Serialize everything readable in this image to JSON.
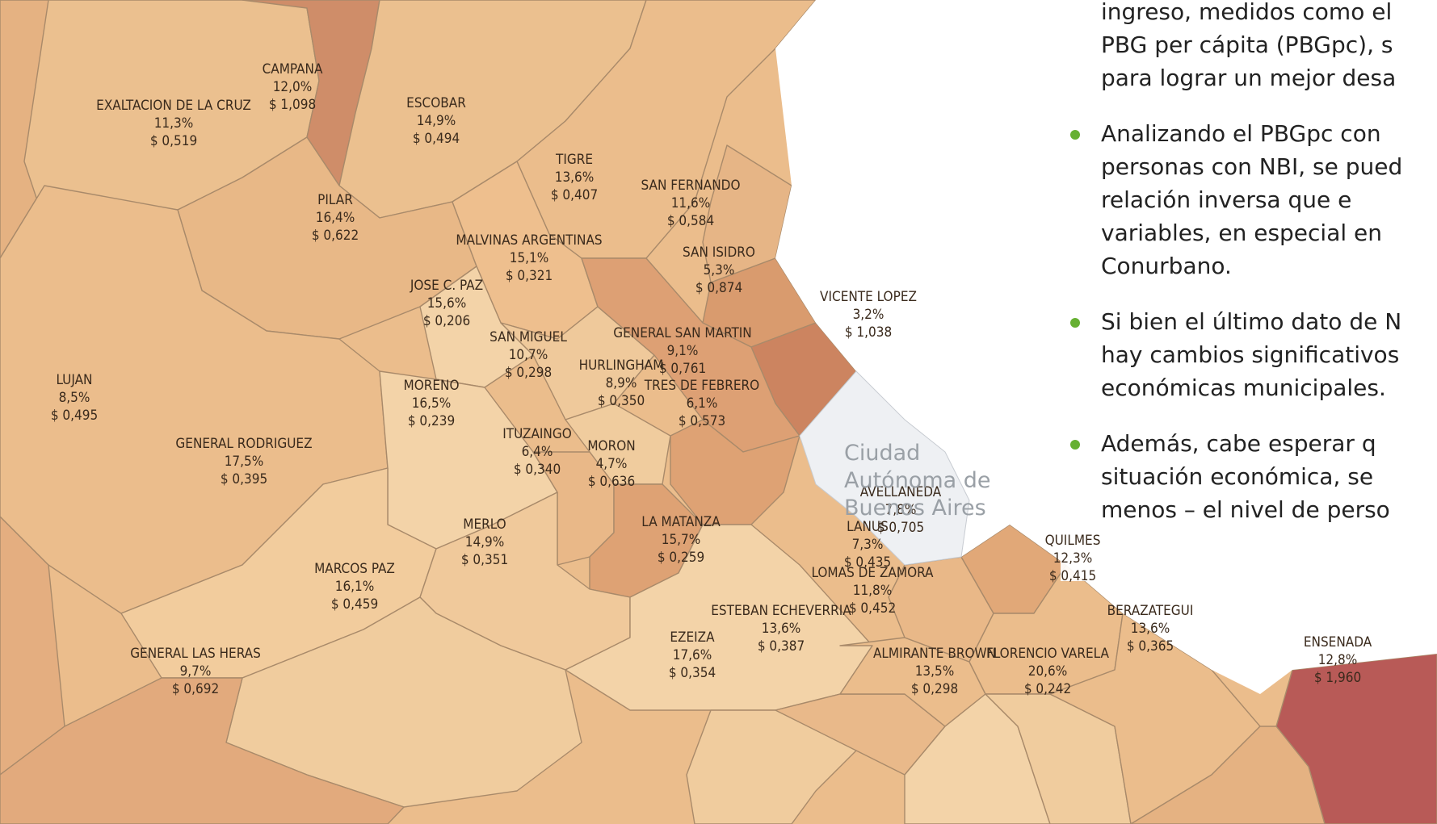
{
  "map": {
    "caba_label": [
      "Ciudad",
      "Autónoma de",
      "Buenos Aires"
    ],
    "colors": {
      "background": "#ffffff",
      "river": "#ffffff",
      "caba_fill": "#eef0f3",
      "border": "#a98a6a",
      "light": "#f3d3a8",
      "medium": "#e8b683",
      "dark": "#d99b6e",
      "darker": "#c9805c",
      "darkest": "#b55555"
    },
    "municipalities": [
      {
        "name": "CAMPANA",
        "nbi": "12,0%",
        "pbgpc": "$ 1,098"
      },
      {
        "name": "EXALTACION DE LA CRUZ",
        "nbi": "11,3%",
        "pbgpc": "$ 0,519"
      },
      {
        "name": "ESCOBAR",
        "nbi": "14,9%",
        "pbgpc": "$ 0,494"
      },
      {
        "name": "TIGRE",
        "nbi": "13,6%",
        "pbgpc": "$ 0,407"
      },
      {
        "name": "SAN FERNANDO",
        "nbi": "11,6%",
        "pbgpc": "$ 0,584"
      },
      {
        "name": "PILAR",
        "nbi": "16,4%",
        "pbgpc": "$ 0,622"
      },
      {
        "name": "MALVINAS ARGENTINAS",
        "nbi": "15,1%",
        "pbgpc": "$ 0,321"
      },
      {
        "name": "SAN ISIDRO",
        "nbi": "5,3%",
        "pbgpc": "$ 0,874"
      },
      {
        "name": "JOSE C. PAZ",
        "nbi": "15,6%",
        "pbgpc": "$ 0,206"
      },
      {
        "name": "VICENTE LOPEZ",
        "nbi": "3,2%",
        "pbgpc": "$ 1,038"
      },
      {
        "name": "SAN MIGUEL",
        "nbi": "10,7%",
        "pbgpc": "$ 0,298"
      },
      {
        "name": "GENERAL SAN MARTIN",
        "nbi": "9,1%",
        "pbgpc": "$ 0,761"
      },
      {
        "name": "LUJAN",
        "nbi": "8,5%",
        "pbgpc": "$ 0,495"
      },
      {
        "name": "MORENO",
        "nbi": "16,5%",
        "pbgpc": "$ 0,239"
      },
      {
        "name": "HURLINGHAM",
        "nbi": "8,9%",
        "pbgpc": "$ 0,350"
      },
      {
        "name": "TRES DE FEBRERO",
        "nbi": "6,1%",
        "pbgpc": "$ 0,573"
      },
      {
        "name": "GENERAL RODRIGUEZ",
        "nbi": "17,5%",
        "pbgpc": "$ 0,395"
      },
      {
        "name": "ITUZAINGO",
        "nbi": "6,4%",
        "pbgpc": "$ 0,340"
      },
      {
        "name": "MORON",
        "nbi": "4,7%",
        "pbgpc": "$ 0,636"
      },
      {
        "name": "AVELLANEDA",
        "nbi": "7,8%",
        "pbgpc": "$ 0,705"
      },
      {
        "name": "LANUS",
        "nbi": "7,3%",
        "pbgpc": "$ 0,435"
      },
      {
        "name": "MERLO",
        "nbi": "14,9%",
        "pbgpc": "$ 0,351"
      },
      {
        "name": "LA MATANZA",
        "nbi": "15,7%",
        "pbgpc": "$ 0,259"
      },
      {
        "name": "MARCOS PAZ",
        "nbi": "16,1%",
        "pbgpc": "$ 0,459"
      },
      {
        "name": "QUILMES",
        "nbi": "12,3%",
        "pbgpc": "$ 0,415"
      },
      {
        "name": "LOMAS DE ZAMORA",
        "nbi": "11,8%",
        "pbgpc": "$ 0,452"
      },
      {
        "name": "ESTEBAN ECHEVERRIA",
        "nbi": "13,6%",
        "pbgpc": "$ 0,387"
      },
      {
        "name": "EZEIZA",
        "nbi": "17,6%",
        "pbgpc": "$ 0,354"
      },
      {
        "name": "BERAZATEGUI",
        "nbi": "13,6%",
        "pbgpc": "$ 0,365"
      },
      {
        "name": "FLORENCIO VARELA",
        "nbi": "20,6%",
        "pbgpc": "$ 0,242"
      },
      {
        "name": "ALMIRANTE BROWN",
        "nbi": "13,5%",
        "pbgpc": "$ 0,298"
      },
      {
        "name": "GENERAL LAS HERAS",
        "nbi": "9,7%",
        "pbgpc": "$ 0,692"
      },
      {
        "name": "ENSENADA",
        "nbi": "12,8%",
        "pbgpc": "$ 1,960"
      }
    ]
  },
  "panel": {
    "bullet_color": "#66b032",
    "lines": [
      "ingreso, medidos como el",
      "PBG per cápita (PBGpc), s",
      "para lograr un mejor desa",
      "Analizando el PBGpc con",
      "personas con NBI, se pued",
      "relación inversa que e",
      "variables, en especial en",
      "Conurbano.",
      "Si bien el último dato de N",
      "hay cambios significativos",
      "económicas municipales.",
      "Además, cabe esperar q",
      "situación económica, se",
      "menos – el nivel de perso"
    ]
  }
}
